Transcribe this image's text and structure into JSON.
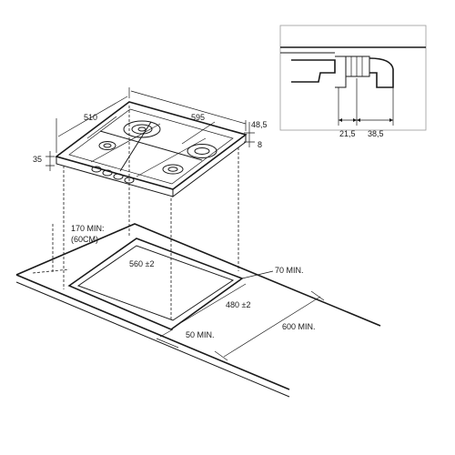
{
  "hob": {
    "depth": "510",
    "width": "595",
    "height": "35",
    "top_clearance": "48,5",
    "side_gap": "8"
  },
  "cutout": {
    "min_below": "170 MIN:",
    "min_below_alt": "(60CM)",
    "width": "560 ±2",
    "depth": "480 ±2",
    "rear_min": "70 MIN.",
    "front_min": "50 MIN.",
    "worktop_min": "600 MIN."
  },
  "detail": {
    "dim_a": "21,5",
    "dim_b": "38,5"
  }
}
